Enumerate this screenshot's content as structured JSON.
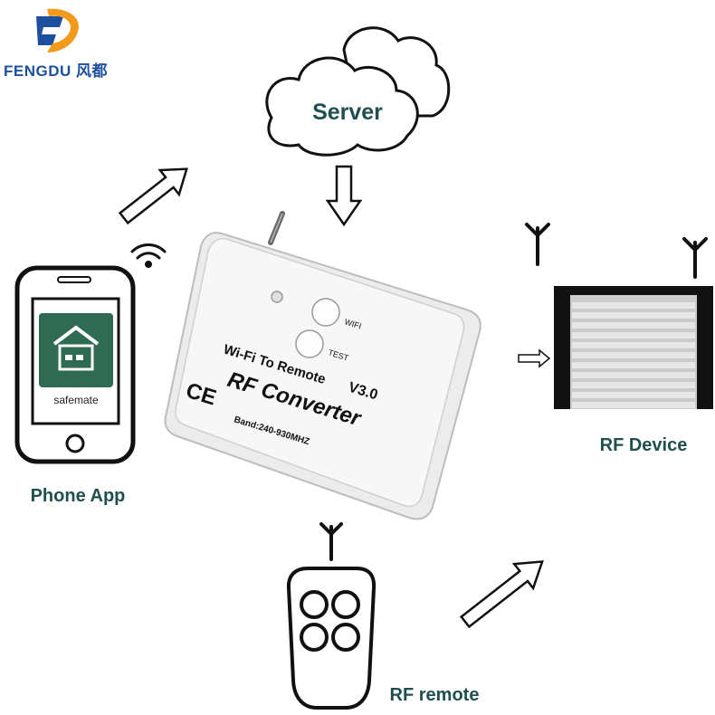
{
  "brand": {
    "name": "FENGDU",
    "name_cn": "风都"
  },
  "nodes": {
    "server": "Server",
    "phone_app": "Phone App",
    "phone_screen_app": "safemate",
    "rf_device": "RF Device",
    "rf_remote": "RF remote"
  },
  "converter": {
    "wifi_label": "WIFI",
    "test_label": "TEST",
    "subtitle": "Wi-Fi To Remote",
    "version": "V3.0",
    "title": "RF Converter",
    "ce_mark": "CE",
    "band": "Band:240-930MHZ"
  },
  "colors": {
    "brand_blue": "#1d4f9e",
    "brand_orange": "#f29a1c",
    "label_teal": "#1f4f4f",
    "app_green": "#2e6b52"
  }
}
